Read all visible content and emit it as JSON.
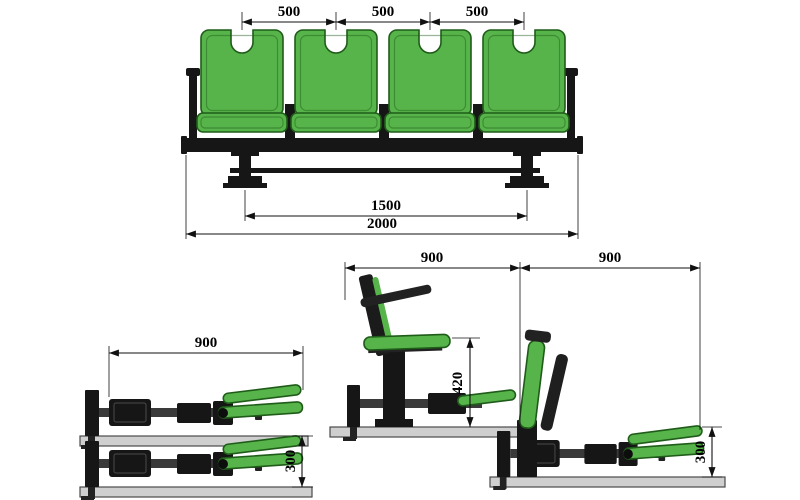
{
  "front_view": {
    "seat_pitch_labels": [
      "500",
      "500",
      "500"
    ],
    "support_span_label": "1500",
    "total_width_label": "2000"
  },
  "side_view_left": {
    "seat_depth_label": "900",
    "step_rise_label": "300"
  },
  "side_view_right": {
    "row_depth_labels": [
      "900",
      "900"
    ],
    "seat_height_label": "420",
    "step_rise_label": "300"
  },
  "colors": {
    "seat": "#57b44a",
    "seat_outline": "#1f5c19",
    "frame": "#161616",
    "dimension": "#111111",
    "step": "#cfcfcf"
  }
}
